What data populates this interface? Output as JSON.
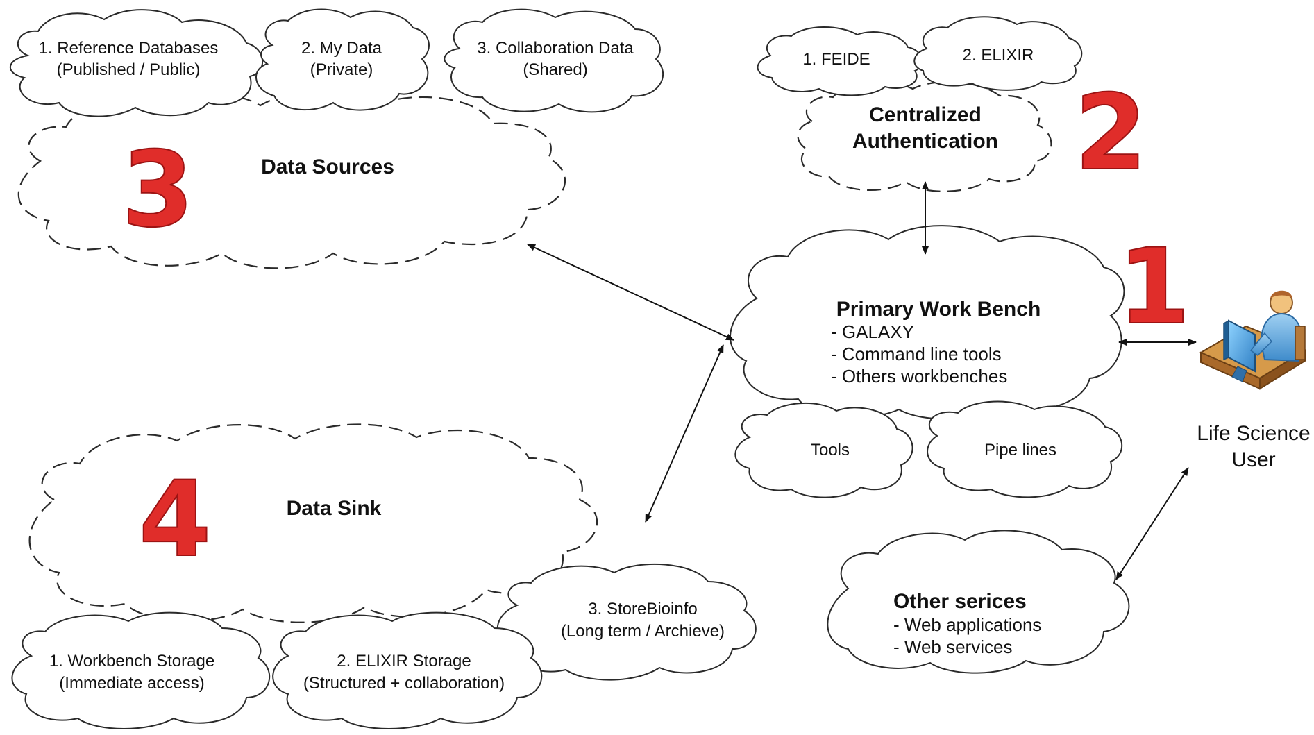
{
  "diagram": {
    "markers": {
      "one": "1",
      "two": "2",
      "three": "3",
      "four": "4"
    },
    "data_sources": {
      "title": "Data Sources",
      "reference_databases": {
        "line1": "1. Reference Databases",
        "line2": "(Published / Public)"
      },
      "my_data": {
        "line1": "2. My Data",
        "line2": "(Private)"
      },
      "collaboration_data": {
        "line1": "3. Collaboration Data",
        "line2": "(Shared)"
      }
    },
    "authentication": {
      "title_line1": "Centralized",
      "title_line2": "Authentication",
      "feide": "1. FEIDE",
      "elixir": "2. ELIXIR"
    },
    "workbench": {
      "title": "Primary Work Bench",
      "items": [
        "- GALAXY",
        "- Command line tools",
        "- Others workbenches"
      ],
      "tools": "Tools",
      "pipelines": "Pipe lines"
    },
    "user": {
      "line1": "Life Science",
      "line2": "User"
    },
    "data_sink": {
      "title": "Data Sink",
      "workbench_storage": {
        "line1": "1. Workbench Storage",
        "line2": "(Immediate access)"
      },
      "elixir_storage": {
        "line1": "2. ELIXIR Storage",
        "line2": "(Structured +  collaboration)"
      },
      "storebioinfo": {
        "line1": "3. StoreBioinfo",
        "line2": "(Long term / Archieve)"
      }
    },
    "other_services": {
      "title": "Other serices",
      "items": [
        "- Web applications",
        "- Web services"
      ]
    }
  },
  "colors": {
    "marker_red": "#e02d2a",
    "line": "#111111",
    "user_icon_blue": "#4a9ad6",
    "desk_brown": "#c88a3c"
  }
}
